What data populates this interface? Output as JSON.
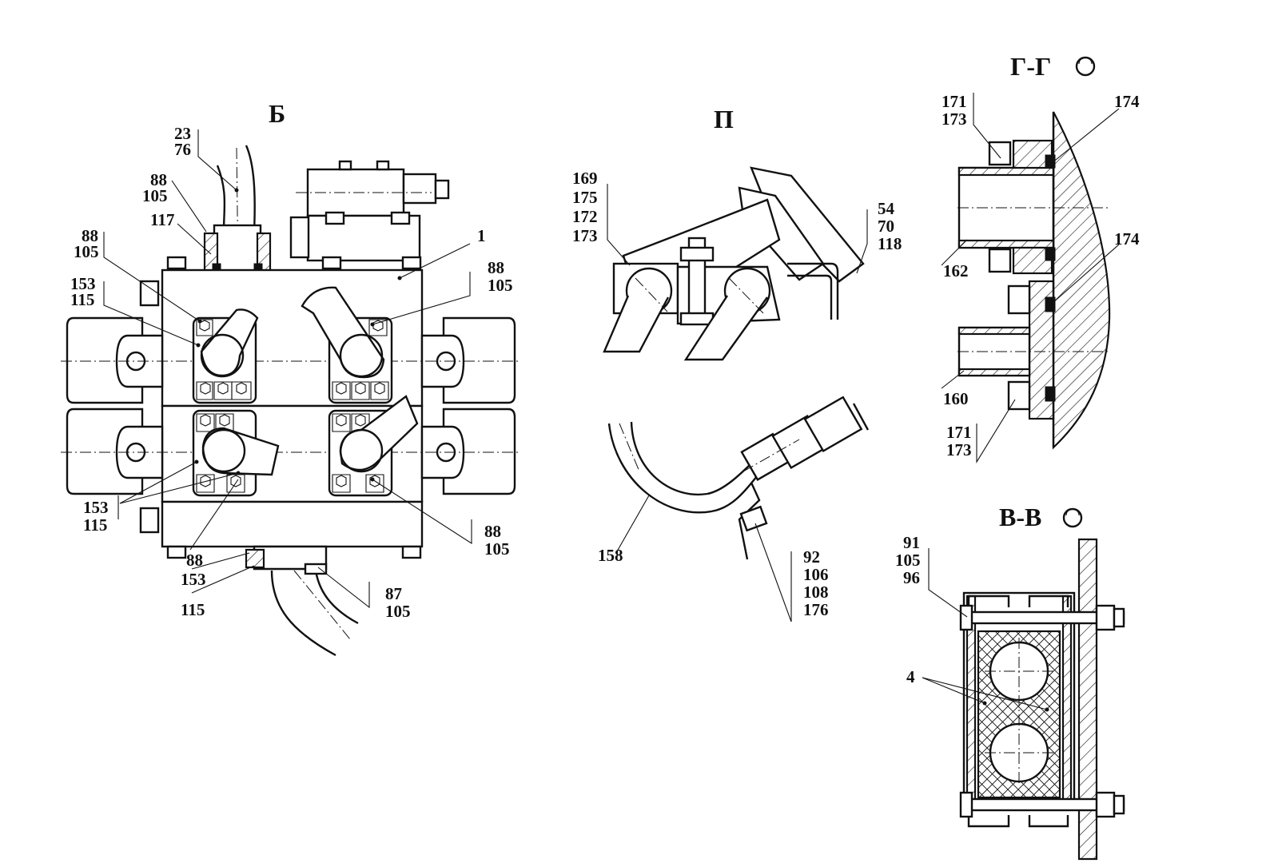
{
  "views": {
    "b": {
      "title": "Б",
      "callouts": [
        {
          "id": "23-76",
          "lines": [
            "23",
            "76"
          ]
        },
        {
          "id": "88-105-top",
          "lines": [
            "88",
            "105"
          ]
        },
        {
          "id": "117",
          "lines": [
            "117"
          ]
        },
        {
          "id": "88-105-left",
          "lines": [
            "88",
            "105"
          ]
        },
        {
          "id": "153-115-left",
          "lines": [
            "153",
            "115"
          ]
        },
        {
          "id": "1",
          "lines": [
            "1"
          ]
        },
        {
          "id": "88-105-right",
          "lines": [
            "88",
            "105"
          ]
        },
        {
          "id": "153-115-lower",
          "lines": [
            "153",
            "115"
          ]
        },
        {
          "id": "88-bottom",
          "lines": [
            "88"
          ]
        },
        {
          "id": "153-bottom",
          "lines": [
            "153"
          ]
        },
        {
          "id": "115-bottom",
          "lines": [
            "115"
          ]
        },
        {
          "id": "88-105-lowright",
          "lines": [
            "88",
            "105"
          ]
        },
        {
          "id": "87-105",
          "lines": [
            "87",
            "105"
          ]
        }
      ]
    },
    "p": {
      "title": "П",
      "callouts": [
        {
          "id": "169-175-172-173",
          "lines": [
            "169",
            "175",
            "172",
            "173"
          ]
        },
        {
          "id": "54-70-118",
          "lines": [
            "54",
            "70",
            "118"
          ]
        },
        {
          "id": "158",
          "lines": [
            "158"
          ]
        },
        {
          "id": "92-106-108-176",
          "lines": [
            "92",
            "106",
            "108",
            "176"
          ]
        }
      ]
    },
    "gg": {
      "title": "Г-Г",
      "callouts": [
        {
          "id": "171-173-top",
          "lines": [
            "171",
            "173"
          ]
        },
        {
          "id": "174-top",
          "lines": [
            "174"
          ]
        },
        {
          "id": "174-mid",
          "lines": [
            "174"
          ]
        },
        {
          "id": "162",
          "lines": [
            "162"
          ]
        },
        {
          "id": "160",
          "lines": [
            "160"
          ]
        },
        {
          "id": "171-173-bottom",
          "lines": [
            "171",
            "173"
          ]
        }
      ]
    },
    "vv": {
      "title": "В-В",
      "callouts": [
        {
          "id": "91-105-96",
          "lines": [
            "91",
            "105",
            "96"
          ]
        },
        {
          "id": "4",
          "lines": [
            "4"
          ]
        }
      ]
    }
  },
  "icons": {
    "rotation_mark": "circle-rotation-icon"
  },
  "colors": {
    "ink": "#111111",
    "paper": "#ffffff"
  }
}
